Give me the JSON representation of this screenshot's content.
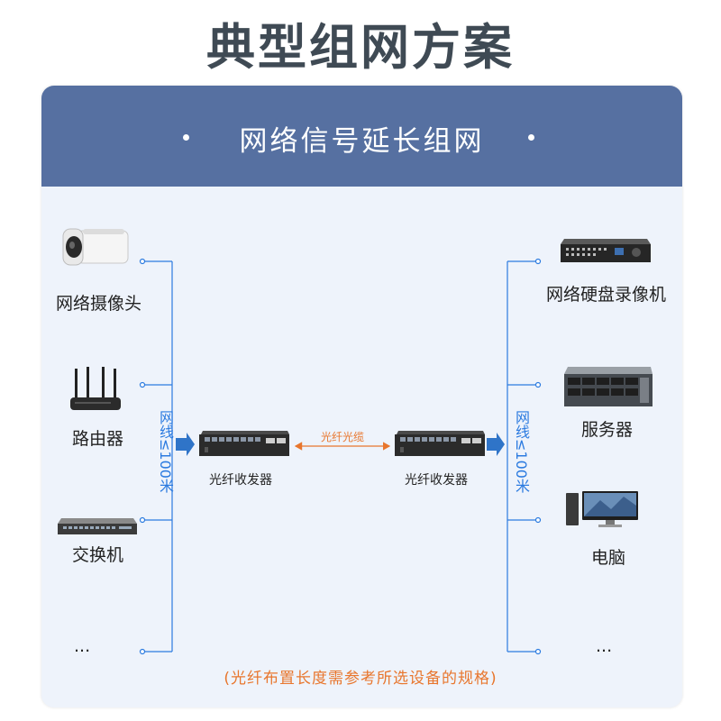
{
  "title": "典型组网方案",
  "panel": {
    "title": "网络信号延长组网"
  },
  "left_devices": [
    {
      "label": "网络摄像头",
      "icon": "ip-camera-icon"
    },
    {
      "label": "路由器",
      "icon": "router-icon"
    },
    {
      "label": "交换机",
      "icon": "switch-icon"
    },
    {
      "label": "..."
    }
  ],
  "right_devices": [
    {
      "label": "网络硬盘录像机",
      "icon": "nvr-icon"
    },
    {
      "label": "服务器",
      "icon": "server-icon"
    },
    {
      "label": "电脑",
      "icon": "computer-icon"
    },
    {
      "label": "..."
    }
  ],
  "left_cable_label": "网线≤100米",
  "right_cable_label": "网线≤100米",
  "left_converter_label": "光纤收发器",
  "right_converter_label": "光纤收发器",
  "fiber_label": "光纤光缆",
  "footnote": "(光纤布置长度需参考所选设备的规格)",
  "colors": {
    "header": "#5670a1",
    "accent_blue": "#2c7be0",
    "accent_orange": "#e8762d",
    "panel_bg": "#eef3fb"
  }
}
